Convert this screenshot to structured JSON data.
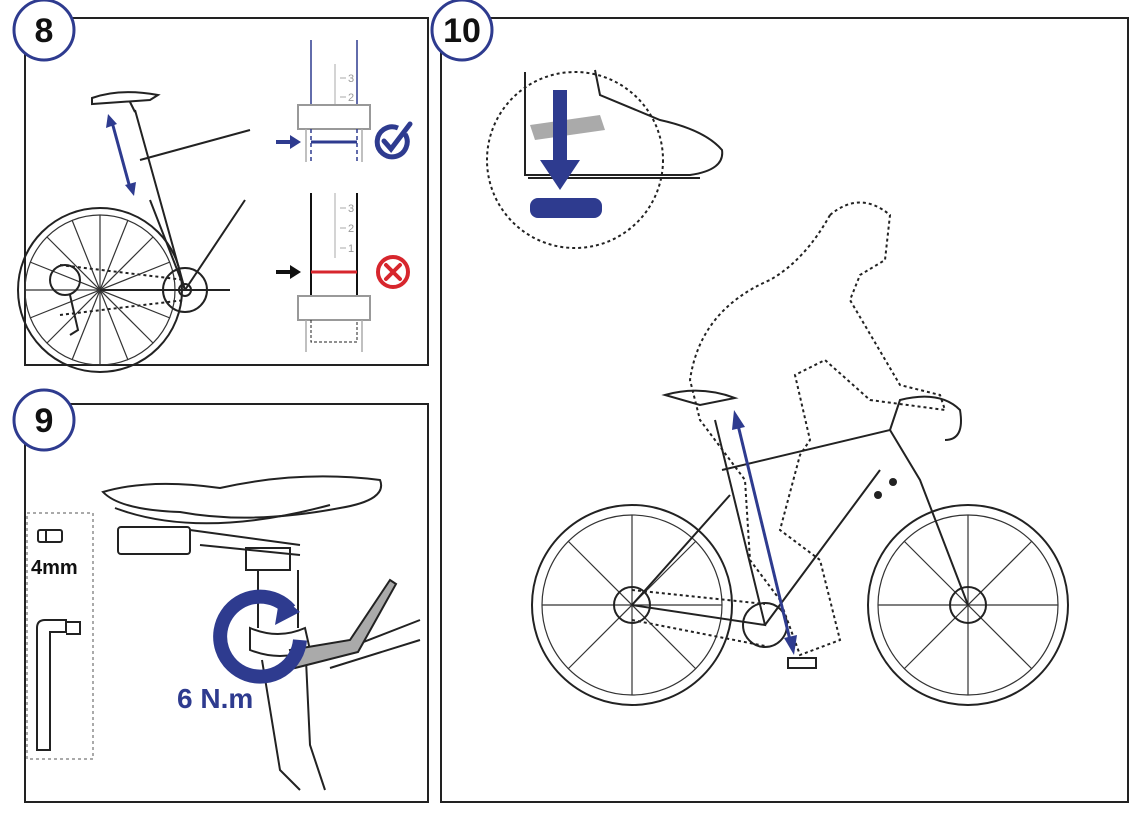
{
  "steps": [
    {
      "number": "8",
      "scale_correct": [
        "3",
        "2"
      ],
      "scale_wrong": [
        "3",
        "2",
        "1"
      ]
    },
    {
      "number": "9",
      "tool_size": "4mm",
      "torque": "6 N.m"
    },
    {
      "number": "10"
    }
  ],
  "colors": {
    "accent": "#2e3b8f",
    "error": "#d7262d",
    "line": "#222222"
  }
}
